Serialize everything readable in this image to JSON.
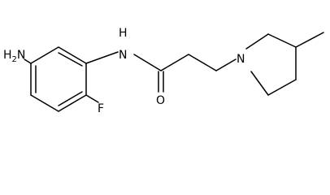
{
  "molecule": {
    "atoms": {
      "amine": {
        "main": "H",
        "sub": "2",
        "tail": "N"
      },
      "amide_nh": "N",
      "amide_h": "H",
      "fluorine": "F",
      "carbonyl_o": "O",
      "piperidine_n": "N"
    }
  }
}
